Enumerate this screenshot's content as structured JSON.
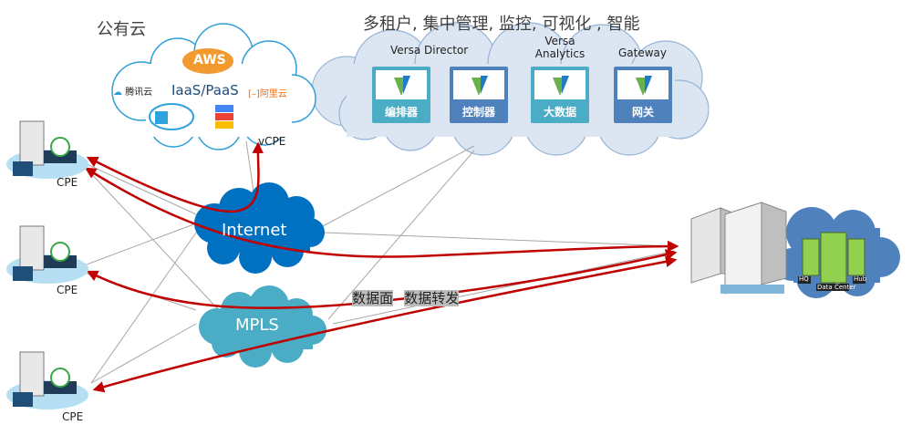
{
  "public_cloud": {
    "title": "公有云",
    "center_label": "IaaS/PaaS",
    "providers": [
      "AWS",
      "腾讯云",
      "阿里云",
      "Azure",
      "Google Cloud"
    ],
    "vcpe_label": "vCPE"
  },
  "management": {
    "title": "多租户, 集中管理, 监控, 可视化 , 智能",
    "groups": [
      {
        "header": "Versa Director",
        "tiles": [
          {
            "name": "编排器",
            "color": "#4bacc6"
          },
          {
            "name": "控制器",
            "color": "#4f81bd"
          }
        ]
      },
      {
        "header": "Versa\nAnalytics",
        "tiles": [
          {
            "name": "大数据",
            "color": "#4bacc6"
          }
        ]
      },
      {
        "header": "Gateway",
        "tiles": [
          {
            "name": "网关",
            "color": "#4f81bd"
          }
        ]
      }
    ]
  },
  "branches": [
    {
      "label": "CPE"
    },
    {
      "label": "CPE"
    },
    {
      "label": "CPE"
    }
  ],
  "transport": {
    "internet": {
      "label": "Internet",
      "color": "#0070c0"
    },
    "mpls": {
      "label": "MPLS",
      "color": "#4bacc6"
    }
  },
  "data_center": {
    "labels": [
      "HQ",
      "Data Center",
      "Hub"
    ]
  },
  "data_plane_label": {
    "part1": "数据面",
    "dash": "–",
    "part2": "数据转发"
  },
  "colors": {
    "traffic_arrow": "#c00000",
    "control_line": "#a6a6a6"
  }
}
